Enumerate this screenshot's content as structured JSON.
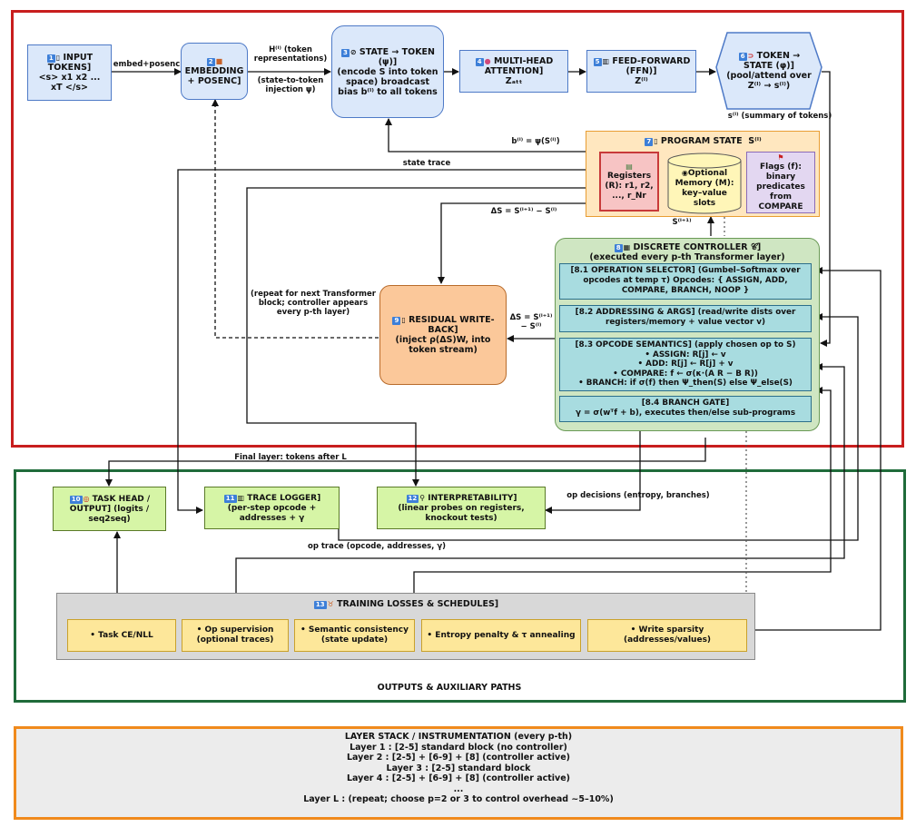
{
  "input": {
    "tag": "1",
    "title": "INPUT TOKENS]",
    "seq": "<s> x1 x2 ... xT </s>"
  },
  "embed": {
    "tag": "2",
    "title": "EMBEDDING + POSENC]"
  },
  "s2t": {
    "tag": "3",
    "title": "STATE → TOKEN (ψ)]",
    "desc": "(encode S into token space) broadcast bias b⁽ˡ⁾ to all tokens"
  },
  "mha": {
    "tag": "4",
    "title": "MULTI-HEAD ATTENTION]",
    "z": "Zₐₜₜ"
  },
  "ffn": {
    "tag": "5",
    "title": "FEED-FORWARD (FFN)]",
    "z": "Z⁽ˡ⁾"
  },
  "t2s": {
    "tag": "6",
    "title": "TOKEN → STATE (φ)]",
    "desc": "(pool/attend over Z⁽ˡ⁾ → s⁽ˡ⁾)"
  },
  "prog": {
    "tag": "7",
    "title": "PROGRAM STATE",
    "sym": "S⁽ˡ⁾",
    "reg": "Registers (R): r1, r2, ..., r_Nr",
    "mem": "Optional Memory (M): key–value slots",
    "flags": "Flags (f): binary predicates from COMPARE"
  },
  "ctrl": {
    "tag": "8",
    "title": "DISCRETE CONTROLLER",
    "sym": "𝒞]",
    "sub": "(executed every p-th Transformer layer)",
    "s81": "[8.1 OPERATION SELECTOR] (Gumbel–Softmax over opcodes at temp τ) Opcodes: { ASSIGN, ADD, COMPARE, BRANCH, NOOP }",
    "s82": "[8.2 ADDRESSING & ARGS] (read/write dists over registers/memory + value vector v)",
    "s83_title": "[8.3 OPCODE SEMANTICS] (apply chosen op to S)",
    "s83_assign": "• ASSIGN: R[j] ← v",
    "s83_add": "• ADD: R[j] ← R[j] + v",
    "s83_compare": "• COMPARE: f ← σ(κ·(A R − B R))",
    "s83_branch": "• BRANCH: if σ(f) then Ψ_then(S) else Ψ_else(S)",
    "s84_title": "[8.4 BRANCH GATE]",
    "s84_desc": "γ = σ(wᵀf + b), executes then/else sub-programs"
  },
  "residual": {
    "tag": "9",
    "title": "RESIDUAL WRITE-BACK]",
    "desc": "(inject ρ(ΔS)W, into token stream)"
  },
  "labels": {
    "embed_posenc": "embed+posenc",
    "h_tokens": "H⁽ˡ⁾ (token representations)",
    "state_injection": "(state-to-token injection ψ)",
    "summary": "s⁽ˡ⁾ (summary of tokens)",
    "b_psi": "b⁽ˡ⁾ = ψ(S⁽ˡ⁾)",
    "state_trace": "state trace",
    "delta_top": "ΔS = S⁽ˡ⁺¹⁾ − S⁽ˡ⁾",
    "s_next": "S⁽ˡ⁺¹⁾",
    "delta_mid": "ΔS = S⁽ˡ⁺¹⁾ − S⁽ˡ⁾",
    "repeat": "(repeat for next Transformer block; controller appears every p-th layer)",
    "final_layer": "Final layer: tokens after L",
    "op_decisions": "op decisions (entropy, branches)",
    "op_trace": "op trace (opcode, addresses, γ)"
  },
  "outputs": {
    "title": "OUTPUTS & AUXILIARY PATHS",
    "task": {
      "tag": "10",
      "title": "TASK HEAD / OUTPUT] (logits / seq2seq)"
    },
    "trace": {
      "tag": "11",
      "title": "TRACE LOGGER]",
      "desc": "(per-step opcode + addresses + γ"
    },
    "interp": {
      "tag": "12",
      "title": "INTERPRETABILITY]",
      "desc": "(linear probes on registers, knockout tests)"
    }
  },
  "training": {
    "tag": "13",
    "title": "TRAINING LOSSES & SCHEDULES]",
    "items": [
      "• Task CE/NLL",
      "• Op supervision (optional traces)",
      "• Semantic consistency (state update)",
      "• Entropy penalty & τ annealing",
      "• Write sparsity (addresses/values)"
    ]
  },
  "stack": {
    "title": "LAYER STACK / INSTRUMENTATION (every p-th)",
    "lines": [
      "Layer 1 :  [2-5] standard block (no controller)",
      "Layer 2 :  [2-5] + [6-9] + [8] (controller active)",
      "Layer 3 :  [2-5] standard block",
      "Layer 4 :  [2-5] + [6-9] + [8] (controller active)",
      "...",
      "Layer L :  (repeat; choose p=2 or 3 to control overhead ~5–10%)"
    ]
  },
  "colors": {
    "red": "#c81e1e",
    "green": "#1f6b3a",
    "orange": "#f08a1c",
    "blue": "#3d7fd8"
  }
}
